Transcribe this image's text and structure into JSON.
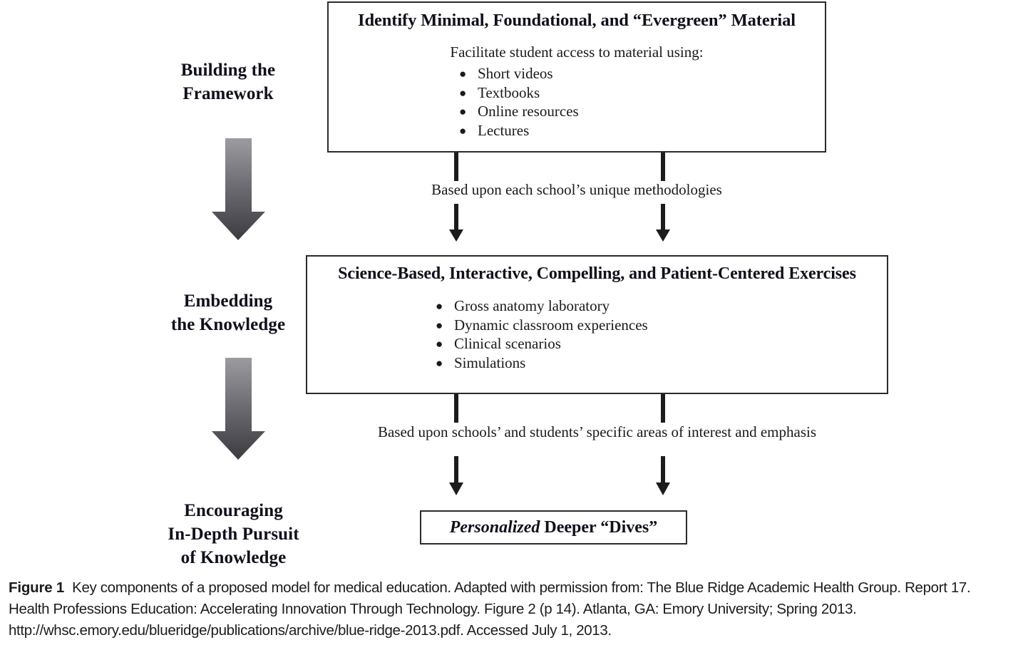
{
  "figure": {
    "stages": [
      {
        "name": "building-the-framework",
        "lines": [
          "Building the",
          "Framework"
        ]
      },
      {
        "name": "embedding-the-knowledge",
        "lines": [
          "Embedding",
          "the Knowledge"
        ]
      },
      {
        "name": "encouraging-in-depth-pursuit",
        "lines": [
          "Encouraging",
          "In-Depth Pursuit",
          "of Knowledge"
        ]
      }
    ],
    "boxes": {
      "foundational": {
        "heading": "Identify Minimal, Foundational, and “Evergreen” Material",
        "intro": "Facilitate student access to material using:",
        "bullets": [
          "Short videos",
          "Textbooks",
          "Online resources",
          "Lectures"
        ],
        "bullet_glyph": "●"
      },
      "exercises": {
        "heading": "Science-Based, Interactive, Compelling, and Patient-Centered Exercises",
        "bullets": [
          "Gross anatomy laboratory",
          "Dynamic classroom experiences",
          "Clinical scenarios",
          "Simulations"
        ],
        "bullet_glyph": "●"
      },
      "dives": {
        "emphasis": "Personalized",
        "rest": " Deeper “Dives”"
      }
    },
    "connectors": [
      {
        "name": "connector-caption-methodologies",
        "text": "Based upon each school’s unique methodologies"
      },
      {
        "name": "connector-caption-interest",
        "text": "Based upon schools’ and students’ specific areas of interest and emphasis"
      }
    ],
    "colors": {
      "box_border": "#2b2b2b",
      "text": "#1a1a1a",
      "heading": "#100f1c",
      "arrow_black": "#1c1c1c",
      "gray_arrow_top": "#9b9ba0",
      "gray_arrow_bottom": "#3b3b40"
    }
  },
  "caption": {
    "label": "Figure 1",
    "text": "Key components of a proposed model for medical education. Adapted with permission from: The Blue Ridge Academic Health Group. Report 17. Health Professions Education: Accelerating Innovation Through Technology. Figure 2 (p 14). Atlanta, GA: Emory University; Spring 2013. http://whsc.emory.edu/blueridge/publications/archive/blue-ridge-2013.pdf. Accessed July 1, 2013."
  }
}
